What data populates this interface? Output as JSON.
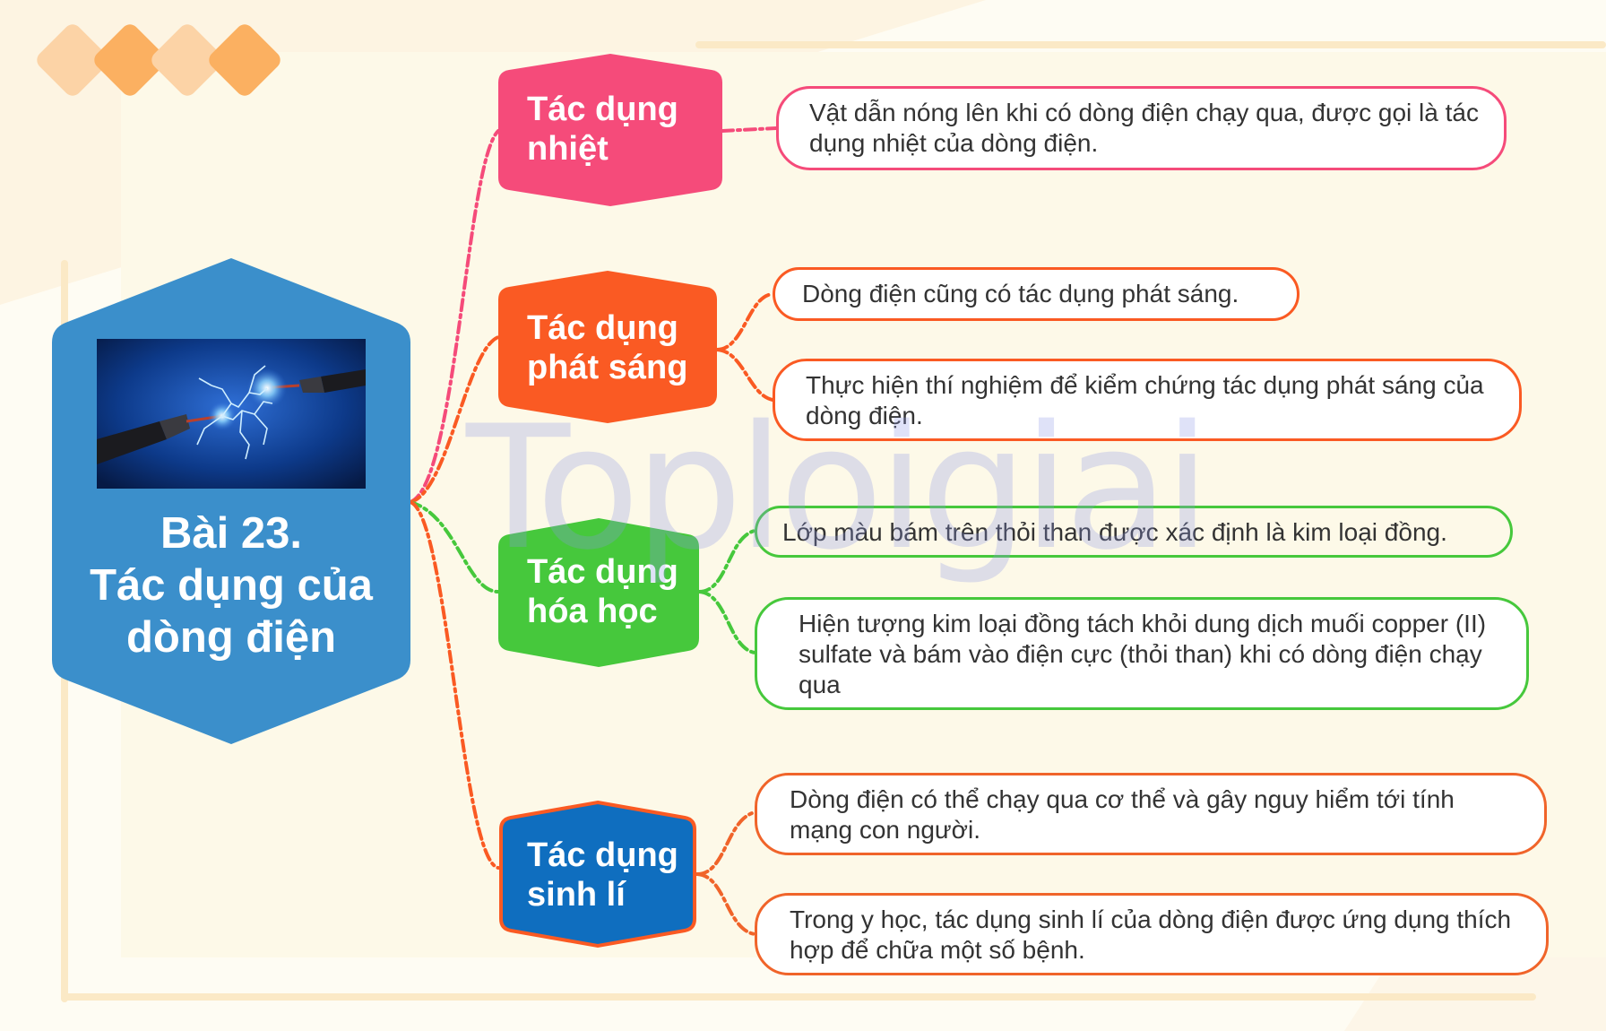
{
  "watermark": "Toploigiai",
  "center": {
    "lines": [
      "Bài 23.",
      "Tác dụng của",
      "dòng điện"
    ],
    "color": "#3b8fcb",
    "image": "electric-spark-wires"
  },
  "branches": [
    {
      "label_lines": [
        "Tác dụng",
        "nhiệt"
      ],
      "color": "#f54b7a",
      "details": [
        "Vật dẫn nóng lên khi có dòng điện chạy qua, được gọi là tác dụng nhiệt của dòng điện."
      ]
    },
    {
      "label_lines": [
        "Tác dụng",
        "phát sáng"
      ],
      "color": "#fa5a23",
      "details": [
        "Dòng điện cũng có tác dụng phát sáng.",
        "Thực hiện thí nghiệm để kiểm chứng tác dụng phát sáng của dòng điện."
      ]
    },
    {
      "label_lines": [
        "Tác dụng",
        "hóa học"
      ],
      "color": "#46c83c",
      "details": [
        "Lớp màu bám trên thỏi than được xác định là kim loại đồng.",
        "Hiện tượng kim loại đồng tách khỏi dung dịch muối copper (II) sulfate và bám vào điện cực (thỏi than) khi có dòng điện chạy qua"
      ]
    },
    {
      "label_lines": [
        "Tác dụng",
        "sinh lí"
      ],
      "color": "#0f6ebf",
      "border": "#fa5a23",
      "details": [
        "Dòng điện có thể chạy qua cơ thể và gây nguy hiểm tới tính mạng con người.",
        "Trong y học, tác dụng sinh lí của dòng điện được ứng dụng thích hợp để chữa một số bệnh."
      ]
    }
  ],
  "colors": {
    "background": "#fefcf3",
    "frame": "#fbe9c6",
    "diamond_light": "#fcd3a6",
    "diamond_dark": "#fbb061",
    "detail_orange": "#f0642a"
  }
}
